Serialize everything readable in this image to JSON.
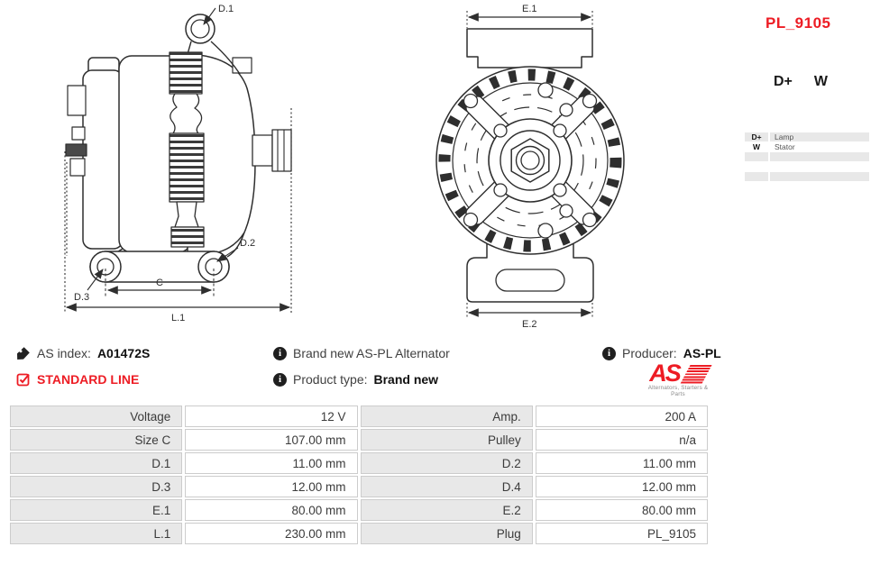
{
  "header": {
    "part_number": "PL_9105"
  },
  "colors": {
    "brand_red": "#ed1c24",
    "table_label_bg": "#e8e8e8",
    "drawing_line": "#2e2e2e"
  },
  "terminals": {
    "labels": [
      "D+",
      "W"
    ],
    "legend": [
      {
        "term": "D+",
        "desc": "Lamp"
      },
      {
        "term": "W",
        "desc": "Stator"
      },
      {
        "term": "",
        "desc": ""
      },
      {
        "term": "",
        "desc": ""
      },
      {
        "term": "",
        "desc": ""
      }
    ]
  },
  "diagram": {
    "side_view": {
      "d1": "D.1",
      "d2": "D.2",
      "d3": "D.3",
      "c": "C",
      "l1": "L.1"
    },
    "front_view": {
      "e1": "E.1",
      "e2": "E.2"
    }
  },
  "info": {
    "as_index": {
      "label": "AS index:",
      "value": "A01472S"
    },
    "description": "Brand new AS-PL Alternator",
    "producer": {
      "label": "Producer:",
      "value": "AS-PL"
    },
    "line_label": "STANDARD LINE",
    "product_type": {
      "label": "Product type:",
      "value": "Brand new"
    },
    "logo": {
      "text": "AS",
      "tagline": "Alternators, Starters & Parts"
    }
  },
  "icons": {
    "info_glyph": "i"
  },
  "spec_table": {
    "rows": [
      {
        "l1": "Voltage",
        "v1": "12 V",
        "l2": "Amp.",
        "v2": "200 A"
      },
      {
        "l1": "Size C",
        "v1": "107.00 mm",
        "l2": "Pulley",
        "v2": "n/a"
      },
      {
        "l1": "D.1",
        "v1": "11.00 mm",
        "l2": "D.2",
        "v2": "11.00 mm"
      },
      {
        "l1": "D.3",
        "v1": "12.00 mm",
        "l2": "D.4",
        "v2": "12.00 mm"
      },
      {
        "l1": "E.1",
        "v1": "80.00 mm",
        "l2": "E.2",
        "v2": "80.00 mm"
      },
      {
        "l1": "L.1",
        "v1": "230.00 mm",
        "l2": "Plug",
        "v2": "PL_9105"
      }
    ]
  }
}
